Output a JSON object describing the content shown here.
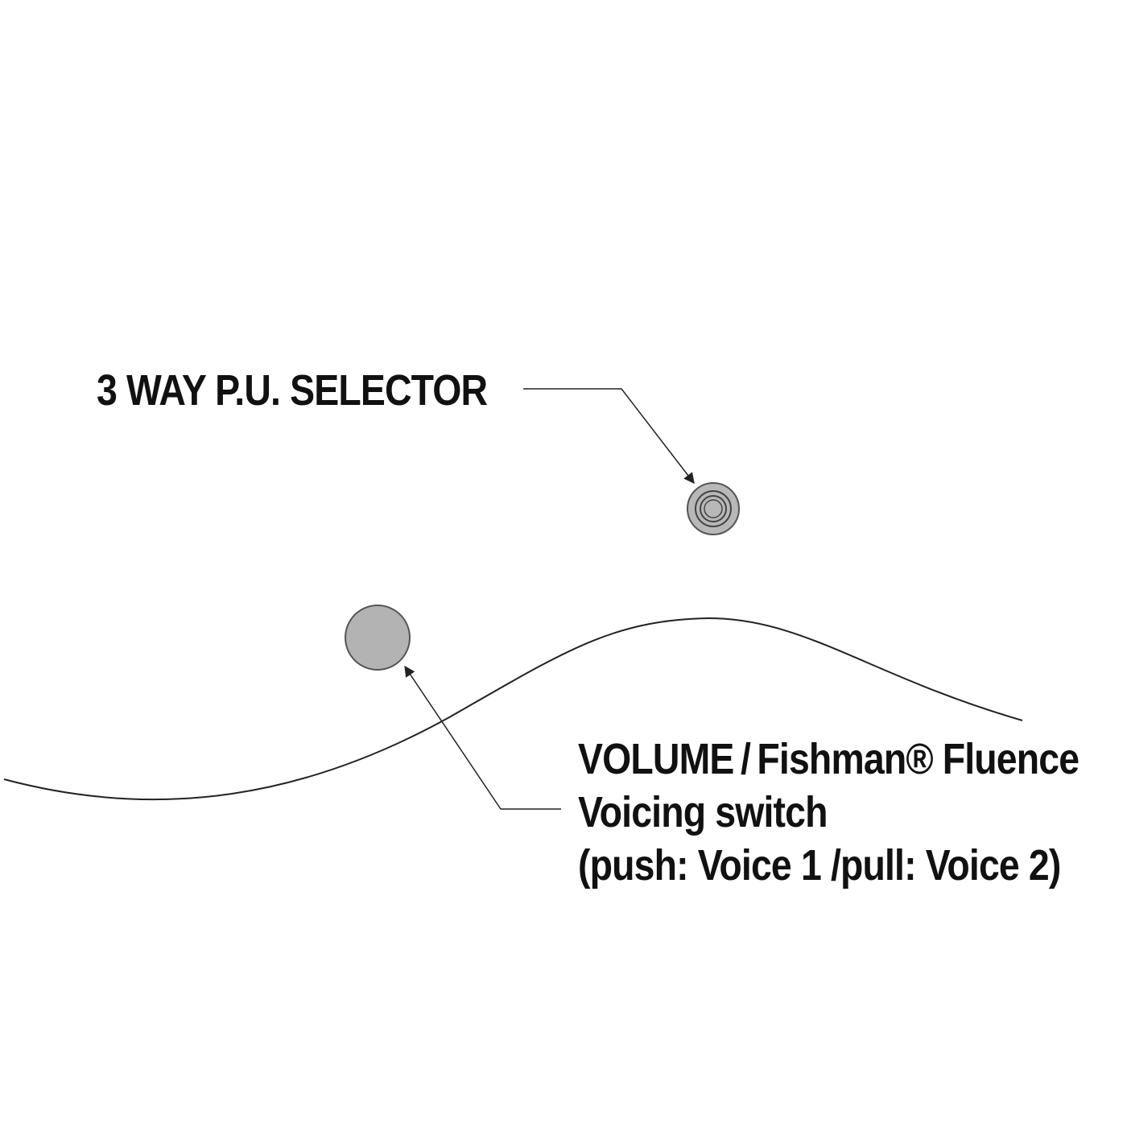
{
  "labels": {
    "selector": "3 WAY P.U. SELECTOR",
    "volume_line1": "VOLUME / Fishman® Fluence",
    "volume_line2": "Voicing switch",
    "volume_line3": "(push: Voice 1 /pull: Voice 2)"
  },
  "colors": {
    "text": "#111111",
    "line": "#222222",
    "knob_fill": "#b3b3b3",
    "knob_stroke": "#555555",
    "selector_fill": "#b8b8b8"
  }
}
